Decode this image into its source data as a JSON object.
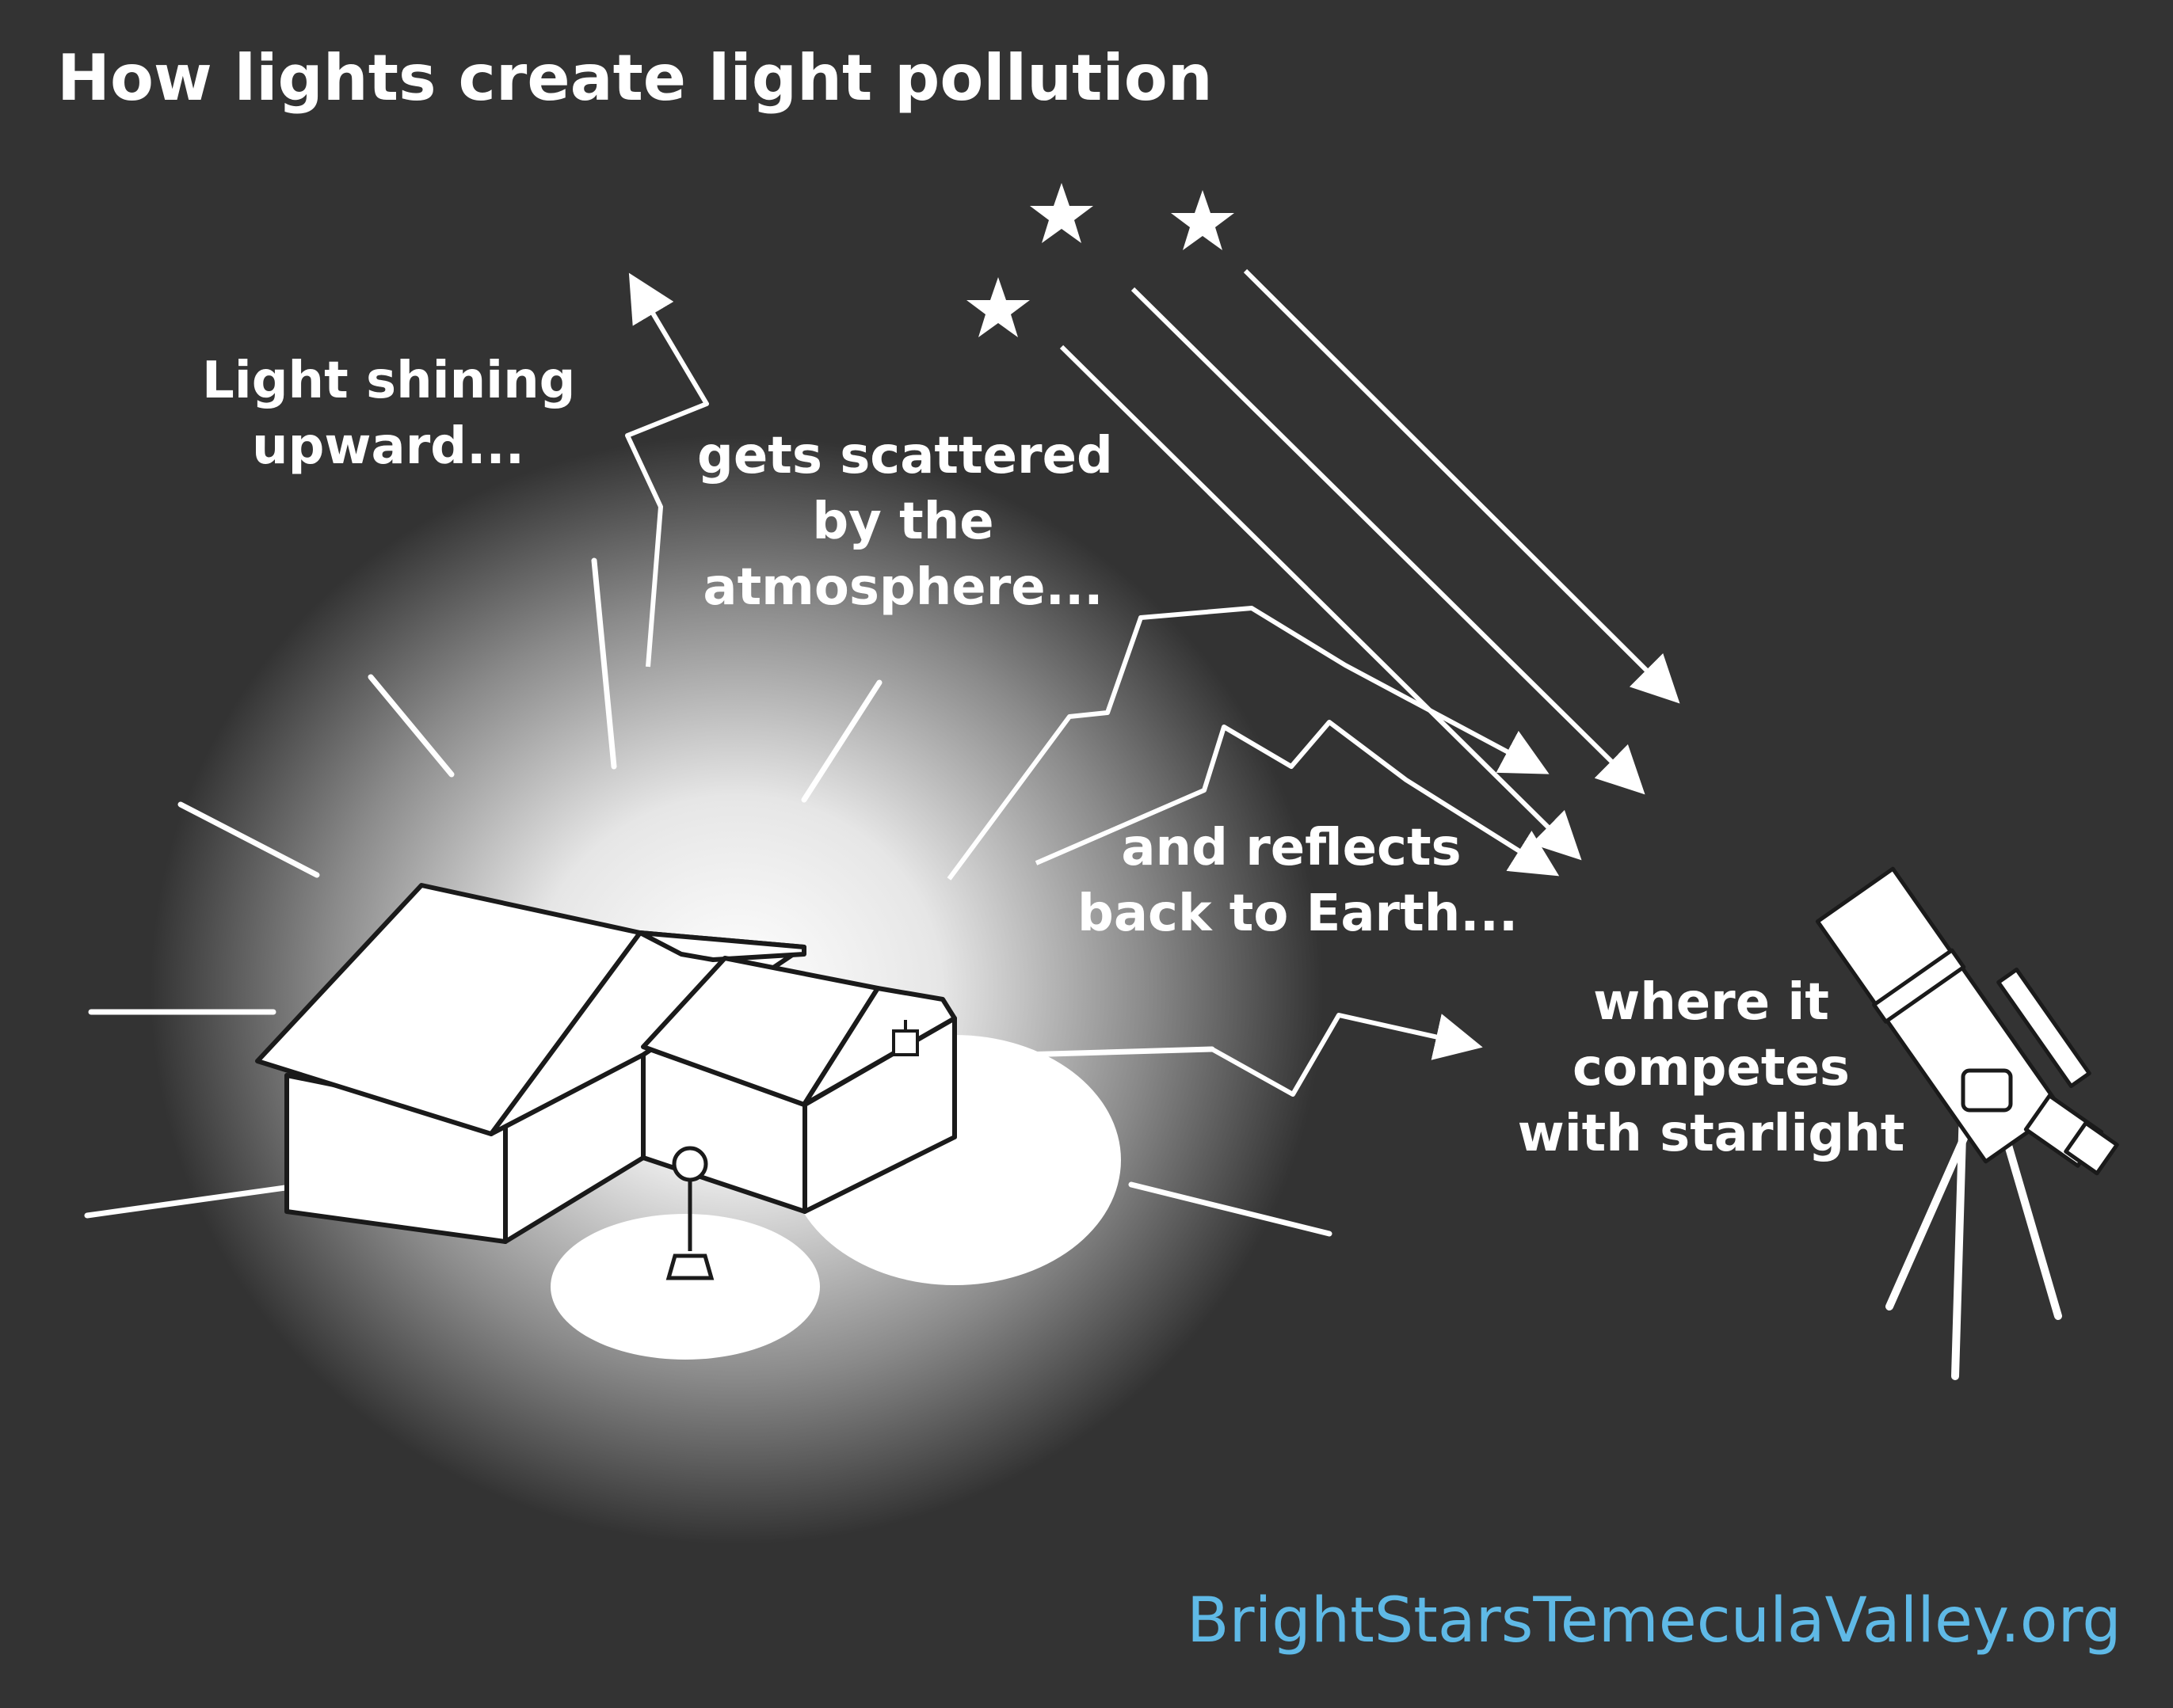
{
  "title": "How lights create light pollution",
  "captions": {
    "upward": "Light shining\nupward...",
    "scattered": "gets scattered\nby the\natmosphere...",
    "reflects": "and reflects\nback to Earth...",
    "competes": "where it\ncompetes\nwith starlight"
  },
  "footer": {
    "site": "BrightStarsTemeculaValley.org"
  },
  "colors": {
    "background": "#333333",
    "foreground": "#ffffff",
    "footer_text": "#5fb9e6"
  },
  "icons": {
    "stars": "star-icon",
    "house": "house-icon",
    "lamp_post": "lamp-post-icon",
    "telescope": "telescope-icon"
  }
}
